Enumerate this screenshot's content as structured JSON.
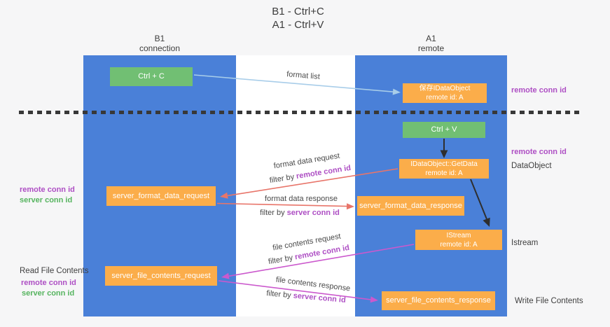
{
  "title": {
    "line1": "B1 - Ctrl+C",
    "line2": "A1 - Ctrl+V"
  },
  "lanes": {
    "b1": {
      "name": "B1",
      "subtitle": "connection"
    },
    "a1": {
      "name": "A1",
      "subtitle": "remote"
    }
  },
  "nodes": {
    "ctrl_c": {
      "label": "Ctrl + C"
    },
    "ctrl_v": {
      "label": "Ctrl + V"
    },
    "save_idataobject": {
      "line1": "保存IDataObject",
      "line2": "remote id: A"
    },
    "idataobject_getdata": {
      "line1": "IDataObject::GetData",
      "line2": "remote id: A"
    },
    "istream": {
      "line1": "IStream",
      "line2": "remote id: A"
    },
    "server_format_data_request": {
      "label": "server_format_data_request"
    },
    "server_format_data_response": {
      "label": "server_format_data_response"
    },
    "server_file_contents_request": {
      "label": "server_file_contents_request"
    },
    "server_file_contents_response": {
      "label": "server_file_contents_response"
    }
  },
  "annotations": {
    "right": {
      "remote_conn_id_top": "remote conn id",
      "remote_conn_id_mid": "remote conn id",
      "dataobject": "DataObject",
      "istream": "Istream",
      "write_file_contents": "Write File Contents"
    },
    "left": {
      "format_remote": "remote conn id",
      "format_server": "server conn id",
      "read_file_contents": "Read File Contents",
      "file_remote": "remote conn id",
      "file_server": "server conn id"
    }
  },
  "flows": {
    "format_list": {
      "label": "format list"
    },
    "format_data_request": {
      "label": "format data request",
      "filter_prefix": "filter by",
      "filter_key": "remote conn id"
    },
    "format_data_response": {
      "label": "format data response",
      "filter_prefix": "filter by",
      "filter_key": "server conn id"
    },
    "file_contents_request": {
      "label": "file contents request",
      "filter_prefix": "filter by",
      "filter_key": "remote conn id"
    },
    "file_contents_response": {
      "label": "file contents response",
      "filter_prefix": "filter by",
      "filter_key": "server conn id"
    }
  },
  "colors": {
    "bg": "#f6f6f7",
    "lane_fill": "#4a80d8",
    "node_orange": "#fbad4a",
    "node_green": "#71bf73",
    "label_purple": "#ae4fc4",
    "label_green": "#56b45f",
    "arrow_red": "#e8756a",
    "arrow_magenta": "#cb59cd",
    "arrow_blue": "#a8cde9",
    "arrow_black": "#2e2e2e",
    "text_dark": "#3d3d3d"
  }
}
